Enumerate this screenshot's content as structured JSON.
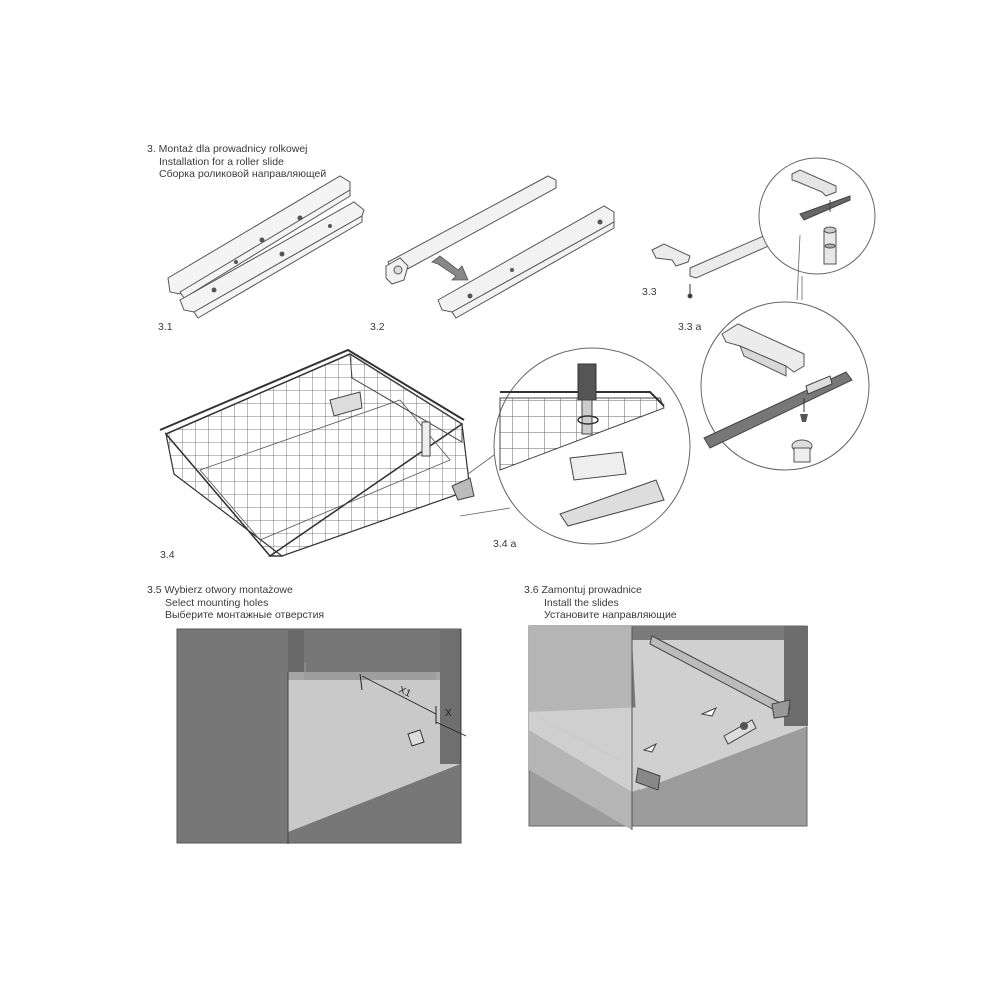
{
  "step3": {
    "heading_pl": "3. Montaż dla prowadnicy rolkowej",
    "heading_en": "Installation for a roller slide",
    "heading_ru": "Сборка роликовой направляющей"
  },
  "labels": {
    "s31": "3.1",
    "s32": "3.2",
    "s33": "3.3",
    "s33a": "3.3 a",
    "s34": "3.4",
    "s34a": "3.4 a"
  },
  "step35": {
    "title_pl": "3.5 Wybierz otwory montażowe",
    "title_en": "Select mounting holes",
    "title_ru": "Выберите монтажные отверстия",
    "dim_x1": "X1",
    "dim_x": "X"
  },
  "step36": {
    "title_pl": "3.6 Zamontuj prowadnice",
    "title_en": "Install the slides",
    "title_ru": "Установите направляющие"
  }
}
